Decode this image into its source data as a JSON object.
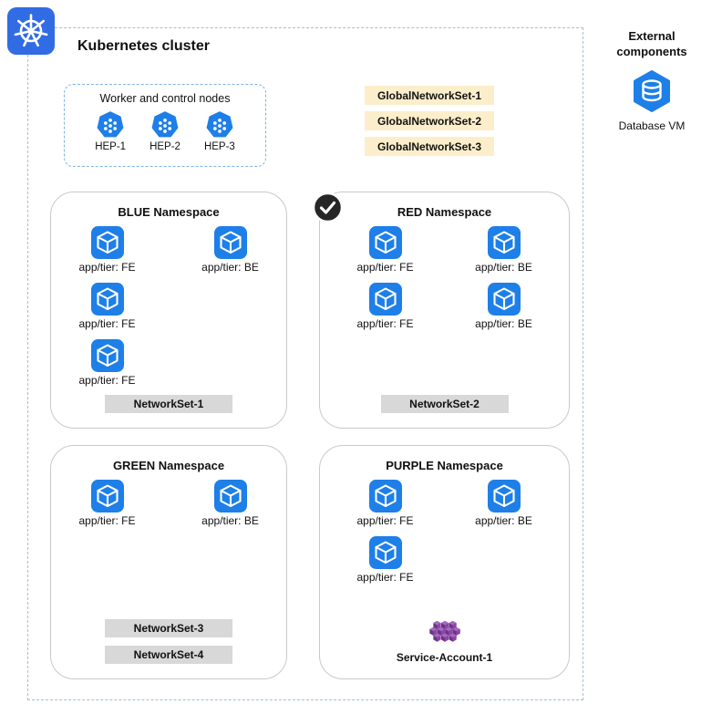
{
  "colors": {
    "accent_blue": "#1E7FE8",
    "logo_blue": "#326CE5",
    "gns_bg": "#FCEECB",
    "networkset_bg": "#D8D8D8",
    "ns_border": "#C9C9C9",
    "nodes_box_border": "#7FB2E5",
    "cluster_border": "#A7BDD1",
    "check_bg": "#262626",
    "service_account_purple": "#8E44AD"
  },
  "cluster": {
    "title": "Kubernetes cluster",
    "logo_icon": "kubernetes-logo-icon",
    "nodes_box": {
      "title": "Worker and control nodes",
      "nodes": [
        {
          "icon": "hep-icon",
          "label": "HEP-1"
        },
        {
          "icon": "hep-icon",
          "label": "HEP-2"
        },
        {
          "icon": "hep-icon",
          "label": "HEP-3"
        }
      ]
    },
    "global_network_sets": [
      "GlobalNetworkSet-1",
      "GlobalNetworkSet-2",
      "GlobalNetworkSet-3"
    ],
    "namespaces": [
      {
        "id": "blue",
        "title": "BLUE Namespace",
        "checked": false,
        "pod_rows": [
          [
            "app/tier: FE",
            "app/tier: BE"
          ],
          [
            "app/tier: FE"
          ],
          [
            "app/tier: FE"
          ]
        ],
        "network_sets": [
          "NetworkSet-1"
        ],
        "service_accounts": []
      },
      {
        "id": "red",
        "title": "RED Namespace",
        "checked": true,
        "pod_rows": [
          [
            "app/tier: FE",
            "app/tier: BE"
          ],
          [
            "app/tier: FE",
            "app/tier: BE"
          ]
        ],
        "network_sets": [
          "NetworkSet-2"
        ],
        "service_accounts": []
      },
      {
        "id": "green",
        "title": "GREEN Namespace",
        "checked": false,
        "pod_rows": [
          [
            "app/tier: FE",
            "app/tier: BE"
          ]
        ],
        "network_sets": [
          "NetworkSet-3",
          "NetworkSet-4"
        ],
        "service_accounts": []
      },
      {
        "id": "purple",
        "title": "PURPLE Namespace",
        "checked": false,
        "pod_rows": [
          [
            "app/tier: FE",
            "app/tier: BE"
          ],
          [
            "app/tier: FE"
          ]
        ],
        "network_sets": [],
        "service_accounts": [
          "Service-Account-1"
        ]
      }
    ]
  },
  "external": {
    "title": "External components",
    "items": [
      {
        "icon": "database-vm-icon",
        "label": "Database VM"
      }
    ]
  }
}
